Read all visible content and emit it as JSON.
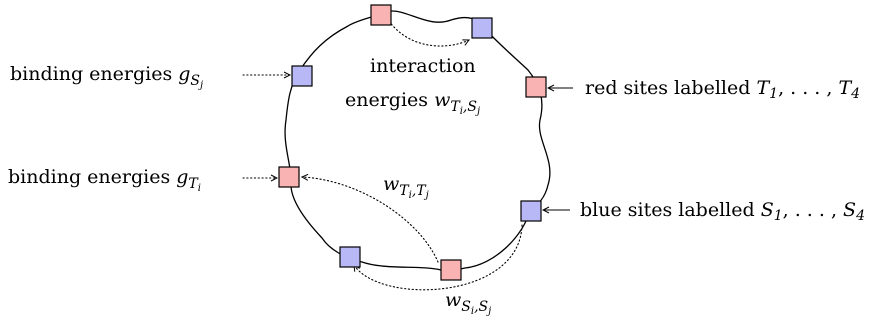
{
  "labels": {
    "binding_energies": "binding energies",
    "interaction_line1": "interaction",
    "interaction_line2": "energies",
    "red_sites_prefix": "red sites labelled",
    "blue_sites_prefix": "blue sites labelled",
    "ellipsis": ", . . . ,",
    "g": "g",
    "w": "w",
    "T": "T",
    "S": "S",
    "i": "i",
    "j": "j",
    "comma": ",",
    "one": "1",
    "four": "4"
  },
  "colors": {
    "red_site": "#f9b3b3",
    "blue_site": "#b8b8f7"
  },
  "sites": [
    {
      "name": "red-site-top",
      "color": "red"
    },
    {
      "name": "blue-site-top-right",
      "color": "blue"
    },
    {
      "name": "red-site-right",
      "color": "red"
    },
    {
      "name": "blue-site-right-lower",
      "color": "blue"
    },
    {
      "name": "red-site-bottom",
      "color": "red"
    },
    {
      "name": "blue-site-bottom-left",
      "color": "blue"
    },
    {
      "name": "red-site-left",
      "color": "red"
    },
    {
      "name": "blue-site-left-upper",
      "color": "blue"
    }
  ]
}
